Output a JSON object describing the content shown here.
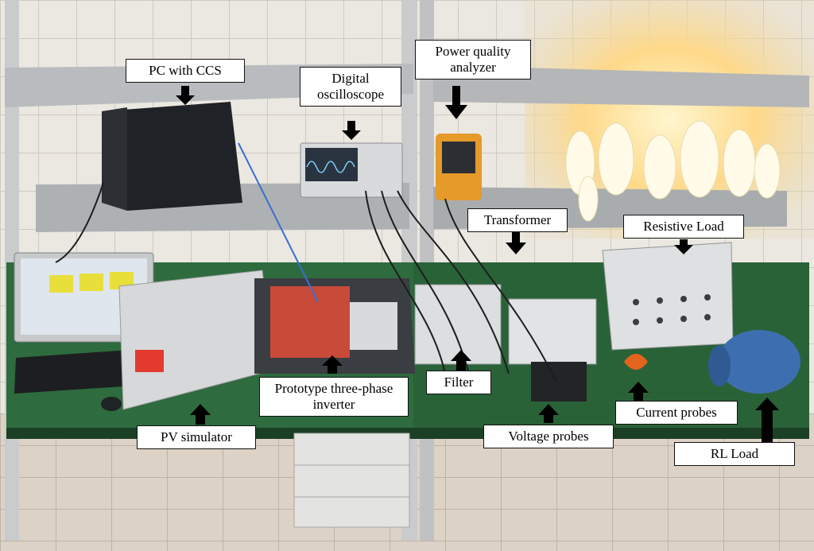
{
  "labels": {
    "pc": "PC with CCS",
    "oscilloscope_line1": "Digital",
    "oscilloscope_line2": "oscilloscope",
    "pqa_line1": "Power quality",
    "pqa_line2": "analyzer",
    "transformer": "Transformer",
    "resistive_load": "Resistive Load",
    "inverter_line1": "Prototype three-phase",
    "inverter_line2": "inverter",
    "filter": "Filter",
    "pv_simulator": "PV simulator",
    "current_probes": "Current probes",
    "voltage_probes": "Voltage probes",
    "rl_load": "RL Load"
  },
  "colors": {
    "wall_tile": "#e9e6df",
    "shelf": "#b9bcbe",
    "bench_green": "#2e6b3e",
    "floor": "#d9cfc4",
    "lamp_glow": "#ffd98a",
    "motor_blue": "#3d6fb0",
    "pqa_orange": "#e59a2a"
  }
}
